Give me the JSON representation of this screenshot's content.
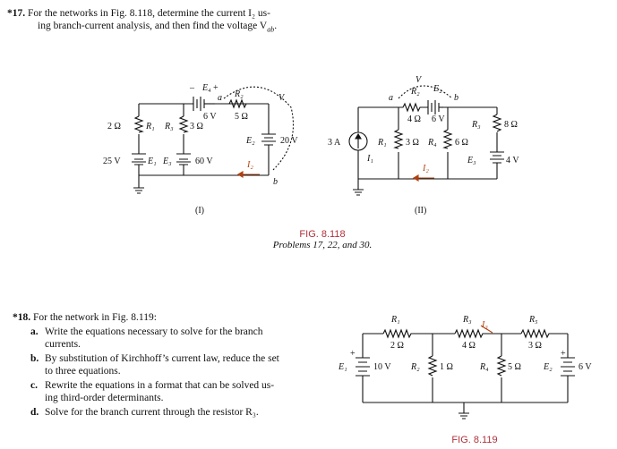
{
  "problem17": {
    "number": "*17.",
    "text_line1": "For the networks in Fig. 8.118, determine the current I₂ us-",
    "text_line2": "ing branch-current analysis, and then find the voltage V",
    "text_sub": "ab",
    "text_end": "."
  },
  "fig118": {
    "caption": "FIG. 8.118",
    "subcaption": "Problems 17, 22, and 30.",
    "net1": {
      "label": "(I)",
      "R1": "2 Ω",
      "R1_name": "R₁",
      "R3": "3 Ω",
      "R3_name": "R₃",
      "R2": "5 Ω",
      "R2_name": "R₂",
      "E1": "25 V",
      "E1_name": "E₁",
      "E3": "60 V",
      "E3_name": "E₃",
      "E4": "6 V",
      "E4_name": "E₄",
      "E2": "20 V",
      "E2_name": "E₂",
      "I2": "I₂",
      "Vab": "V",
      "a": "a",
      "b": "b"
    },
    "net2": {
      "label": "(II)",
      "source": "3 A",
      "R1": "3 Ω",
      "R1_name": "R₁",
      "R4": "6 Ω",
      "R4_name": "R₄",
      "R2": "4 Ω",
      "R2_name": "R₂",
      "R3": "8 Ω",
      "R3_name": "R₃",
      "E2": "6 V",
      "E2_name": "E₂",
      "E3": "4 V",
      "E3_name": "E₃",
      "I1": "I₁",
      "I2": "I₂",
      "Vab": "V",
      "a": "a",
      "b": "b"
    }
  },
  "problem18": {
    "number": "*18.",
    "text": "For the network in Fig. 8.119:",
    "items": [
      {
        "label": "a.",
        "line1": "Write the equations necessary to solve for the branch",
        "line2": "currents."
      },
      {
        "label": "b.",
        "line1": "By substitution of Kirchhoff’s current law, reduce the set",
        "line2": "to three equations."
      },
      {
        "label": "c.",
        "line1": "Rewrite the equations in a format that can be solved us-",
        "line2": "ing third-order determinants."
      },
      {
        "label": "d.",
        "line1": "Solve for the branch current through the resistor R₃.",
        "line2": ""
      }
    ]
  },
  "fig119": {
    "caption": "FIG. 8.119",
    "R1": "2 Ω",
    "R1_name": "R₁",
    "R3": "4 Ω",
    "R3_name": "R₃",
    "R5": "3 Ω",
    "R5_name": "R₅",
    "R2": "1 Ω",
    "R2_name": "R₂",
    "R4": "5 Ω",
    "R4_name": "R₄",
    "E1": "10 V",
    "E1_name": "E₁",
    "E2": "6 V",
    "E2_name": "E₂",
    "I3": "I₃"
  }
}
